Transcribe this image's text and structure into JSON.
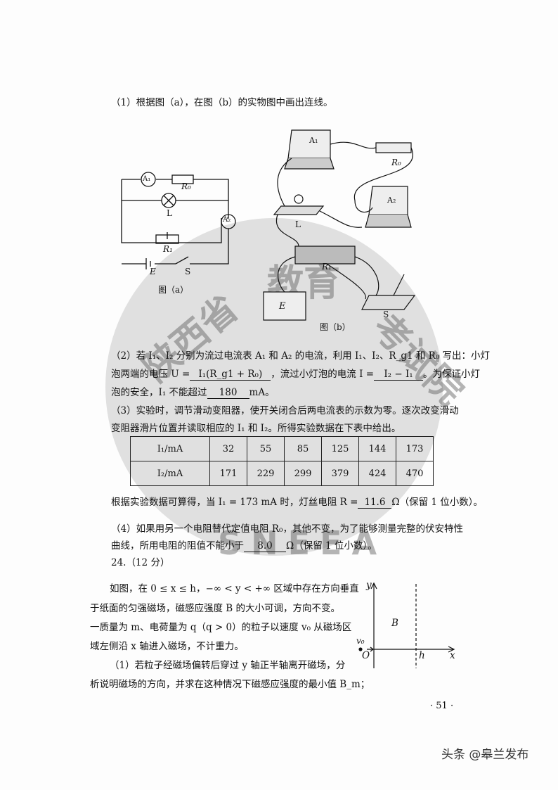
{
  "q1": {
    "text": "（1）根据图（a），在图（b）的实物图中画出连线。"
  },
  "fig_a": {
    "caption": "图（a）",
    "labels": {
      "A1": "A₁",
      "A2": "A₂",
      "R0": "R₀",
      "L": "L",
      "R1": "R₁",
      "E": "E",
      "S": "S"
    }
  },
  "fig_b": {
    "caption": "图（b）",
    "labels": {
      "A1": "A₁",
      "A2": "A₂",
      "R0": "R₀",
      "L": "L",
      "R1": "R₁",
      "E": "E",
      "S": "S"
    }
  },
  "q2": {
    "line1": "（2）若 I₁、I₂ 分别为流过电流表 A₁ 和 A₂ 的电流，利用 I₁、I₂、R_g1 和 R₀ 写出：小灯",
    "line2_a": "泡两端的电压 U =",
    "answer_u": "I₁(R_g1 + R₀)",
    "line2_b": "，流过小灯泡的电流 I =",
    "answer_i": "I₂ − I₁",
    "line2_c": "。为保证小灯",
    "line3_a": "泡的安全，I₁ 不能超过",
    "answer_max": "180",
    "line3_b": "mA。"
  },
  "q3": {
    "line1": "（3）实验时，调节滑动变阻器，使开关闭合后两电流表的示数为零。逐次改变滑动",
    "line2": "变阻器滑片位置并读取相应的 I₁ 和 I₂。所得实验数据在下表中给出。",
    "table": {
      "rows": [
        {
          "header": "I₁/mA",
          "values": [
            "32",
            "55",
            "85",
            "125",
            "144",
            "173"
          ]
        },
        {
          "header": "I₂/mA",
          "values": [
            "171",
            "229",
            "299",
            "379",
            "424",
            "470"
          ]
        }
      ]
    },
    "result_a": "根据实验数据可算得，当 I₁ = 173 mA 时，灯丝电阻 R =",
    "answer_r": "11.6",
    "result_b": "Ω（保留 1 位小数）。"
  },
  "q4": {
    "line1": "（4）如果用另一个电阻替代定值电阻 R₀，其他不变，为了能够测量完整的伏安特性",
    "line2_a": "曲线，所用电阻的阻值不能小于",
    "answer": "8.0",
    "line2_b": "Ω（保留 1 位小数）。"
  },
  "q24": {
    "header": "24.（12 分）",
    "p1": "如图，在 0 ≤ x ≤ h，−∞ < y < +∞ 区域中存在方向垂直",
    "p2": "于纸面的匀强磁场，磁感应强度 B 的大小可调，方向不变。",
    "p3": "一质量为 m、电荷量为 q（q > 0）的粒子以速度 v₀ 从磁场区",
    "p4": "域左侧沿 x 轴进入磁场，不计重力。",
    "p5": "（1）若粒子经磁场偏转后穿过 y 轴正半轴离开磁场，分",
    "p6": "析说明磁场的方向，并求在这种情况下磁感应强度的最小值 B_m；",
    "fig": {
      "y": "y",
      "x": "x",
      "O": "O",
      "h": "h",
      "B": "B",
      "v0": "v₀"
    }
  },
  "page_number": "· 51 ·",
  "watermark": {
    "text": "陕西省教育考试院",
    "abbr": "SNEEA"
  },
  "footer": "头条 @皋兰发布"
}
